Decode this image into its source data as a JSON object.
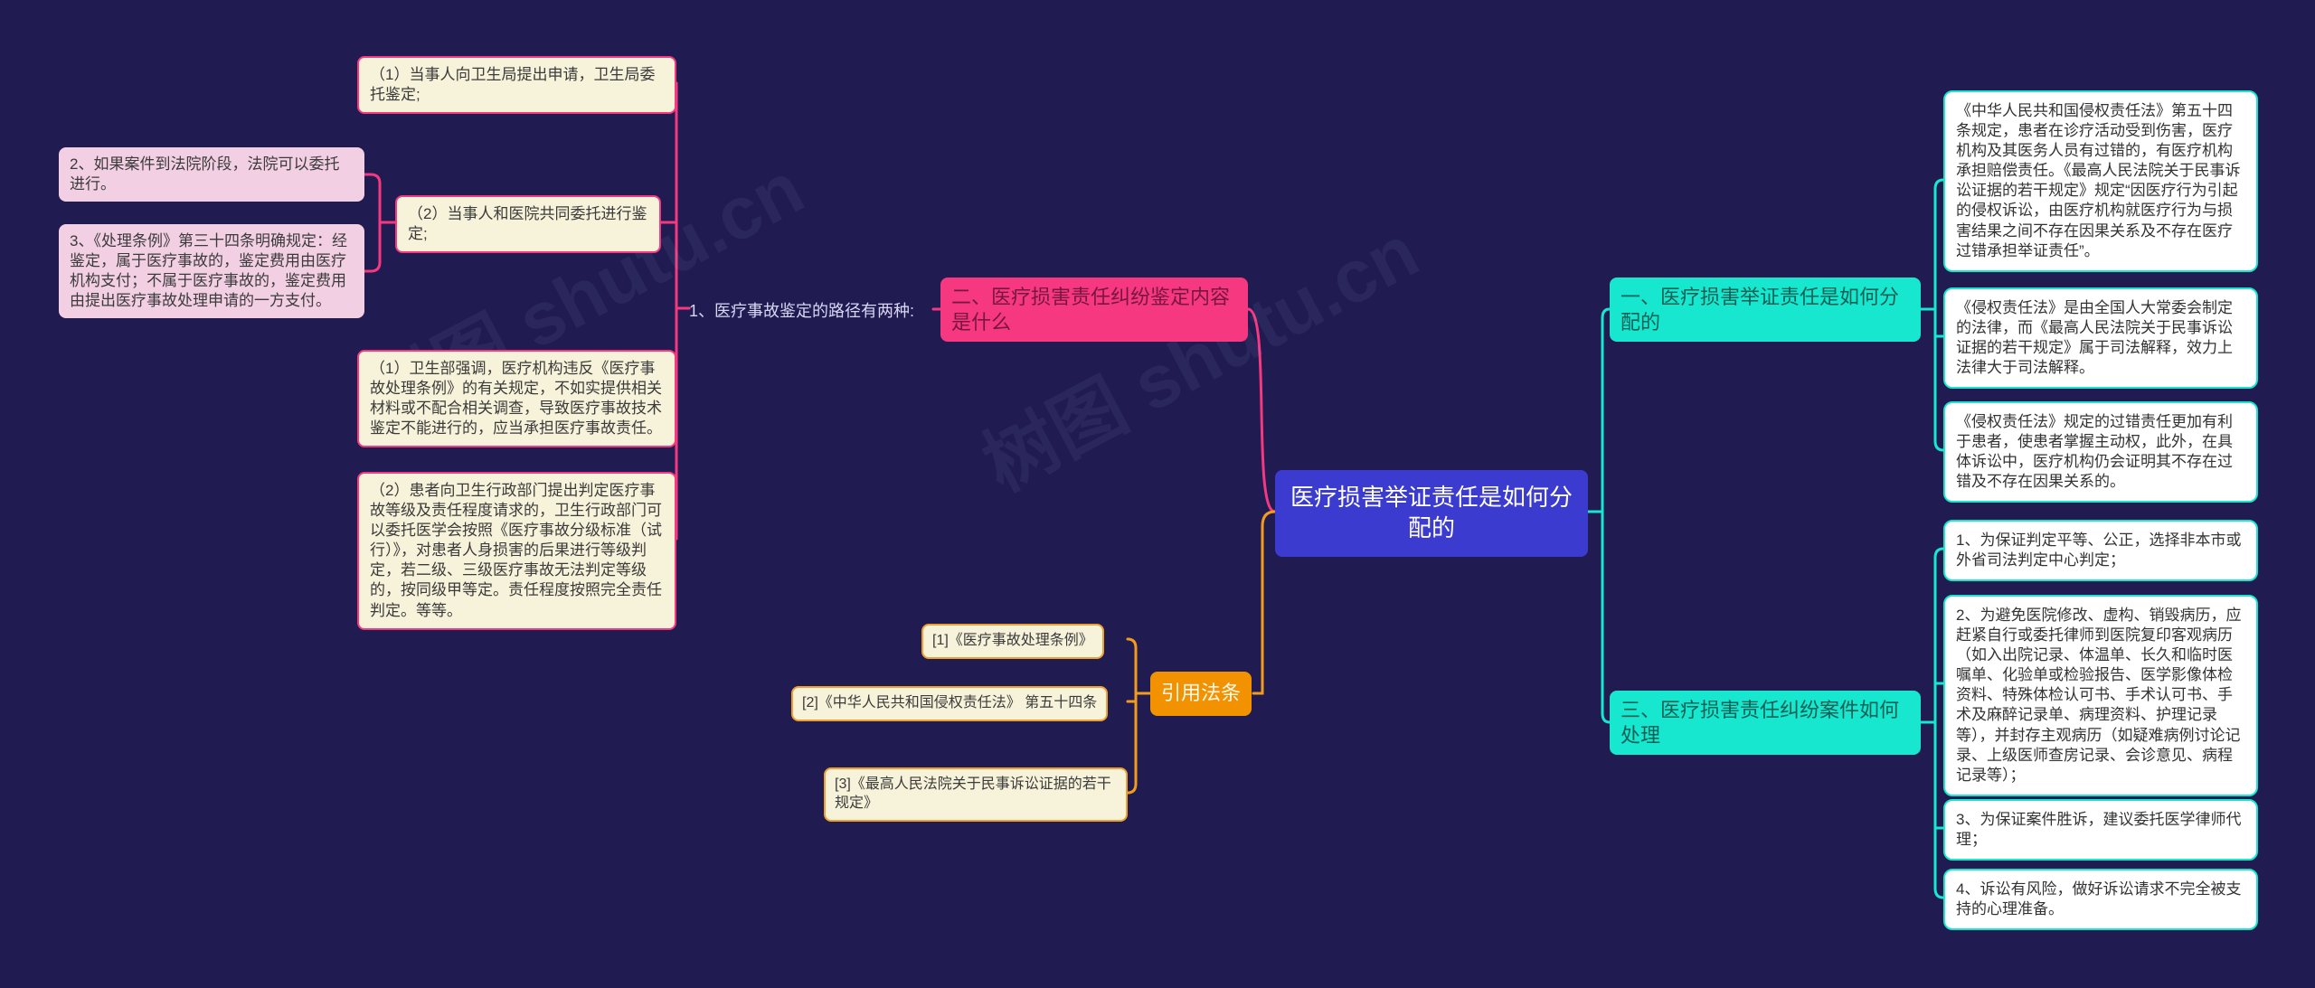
{
  "canvas": {
    "background": "#201b50"
  },
  "watermark": {
    "text": "树图 shutu.cn"
  },
  "colors": {
    "pink": "#f53880",
    "cyan": "#16e7ce",
    "orange": "#f29200",
    "indigo": "#3c3bd0",
    "cream": "#f7f2da",
    "light_pink": "#f2cfe3",
    "white_box": "#ffffff"
  },
  "central": {
    "label": "医疗损害举证责任是如何分配的"
  },
  "section_two": {
    "label": "二、医疗损害责任纠纷鉴定内容是什么",
    "path_note": "1、医疗事故鉴定的路径有两种:",
    "path_items": [
      {
        "label": "（1）当事人向卫生局提出申请，卫生局委托鉴定;"
      },
      {
        "label": "（2）当事人和医院共同委托进行鉴定;"
      },
      {
        "label": "（1）卫生部强调，医疗机构违反《医疗事故处理条例》的有关规定，不如实提供相关材料或不配合相关调查，导致医疗事故技术鉴定不能进行的，应当承担医疗事故责任。"
      },
      {
        "label": "（2）患者向卫生行政部门提出判定医疗事故等级及责任程度请求的，卫生行政部门可以委托医学会按照《医疗事故分级标准（试行）》，对患者人身损害的后果进行等级判定，若二级、三级医疗事故无法判定等级的，按同级甲等定。责任程度按照完全责任判定。等等。"
      }
    ],
    "court_items": [
      {
        "label": "2、如果案件到法院阶段，法院可以委托进行。"
      },
      {
        "label": "3、《处理条例》第三十四条明确规定：经鉴定，属于医疗事故的，鉴定费用由医疗机构支付；不属于医疗事故的，鉴定费用由提出医疗事故处理申请的一方支付。"
      }
    ]
  },
  "citations": {
    "label": "引用法条",
    "items": [
      {
        "label": "[1]《医疗事故处理条例》"
      },
      {
        "label": "[2]《中华人民共和国侵权责任法》 第五十四条"
      },
      {
        "label": "[3]《最高人民法院关于民事诉讼证据的若干规定》"
      }
    ]
  },
  "section_one": {
    "label": "一、医疗损害举证责任是如何分配的",
    "items": [
      {
        "label": "《中华人民共和国侵权责任法》第五十四条规定，患者在诊疗活动受到伤害，医疗机构及其医务人员有过错的，有医疗机构承担赔偿责任。《最高人民法院关于民事诉讼证据的若干规定》规定“因医疗行为引起的侵权诉讼，由医疗机构就医疗行为与损害结果之间不存在因果关系及不存在医疗过错承担举证责任”。"
      },
      {
        "label": "《侵权责任法》是由全国人大常委会制定的法律，而《最高人民法院关于民事诉讼证据的若干规定》属于司法解释，效力上法律大于司法解释。"
      },
      {
        "label": "《侵权责任法》规定的过错责任更加有利于患者，使患者掌握主动权，此外，在具体诉讼中，医疗机构仍会证明其不存在过错及不存在因果关系的。"
      }
    ]
  },
  "section_three": {
    "label": "三、医疗损害责任纠纷案件如何处理",
    "items": [
      {
        "label": "1、为保证判定平等、公正，选择非本市或外省司法判定中心判定；"
      },
      {
        "label": "2、为避免医院修改、虚构、销毁病历，应赶紧自行或委托律师到医院复印客观病历（如入出院记录、体温单、长久和临时医嘱单、化验单或检验报告、医学影像体检资料、特殊体检认可书、手术认可书、手术及麻醉记录单、病理资料、护理记录等），并封存主观病历（如疑难病例讨论记录、上级医师查房记录、会诊意见、病程记录等）；"
      },
      {
        "label": "3、为保证案件胜诉，建议委托医学律师代理；"
      },
      {
        "label": "4、诉讼有风险，做好诉讼请求不完全被支持的心理准备。"
      }
    ]
  }
}
